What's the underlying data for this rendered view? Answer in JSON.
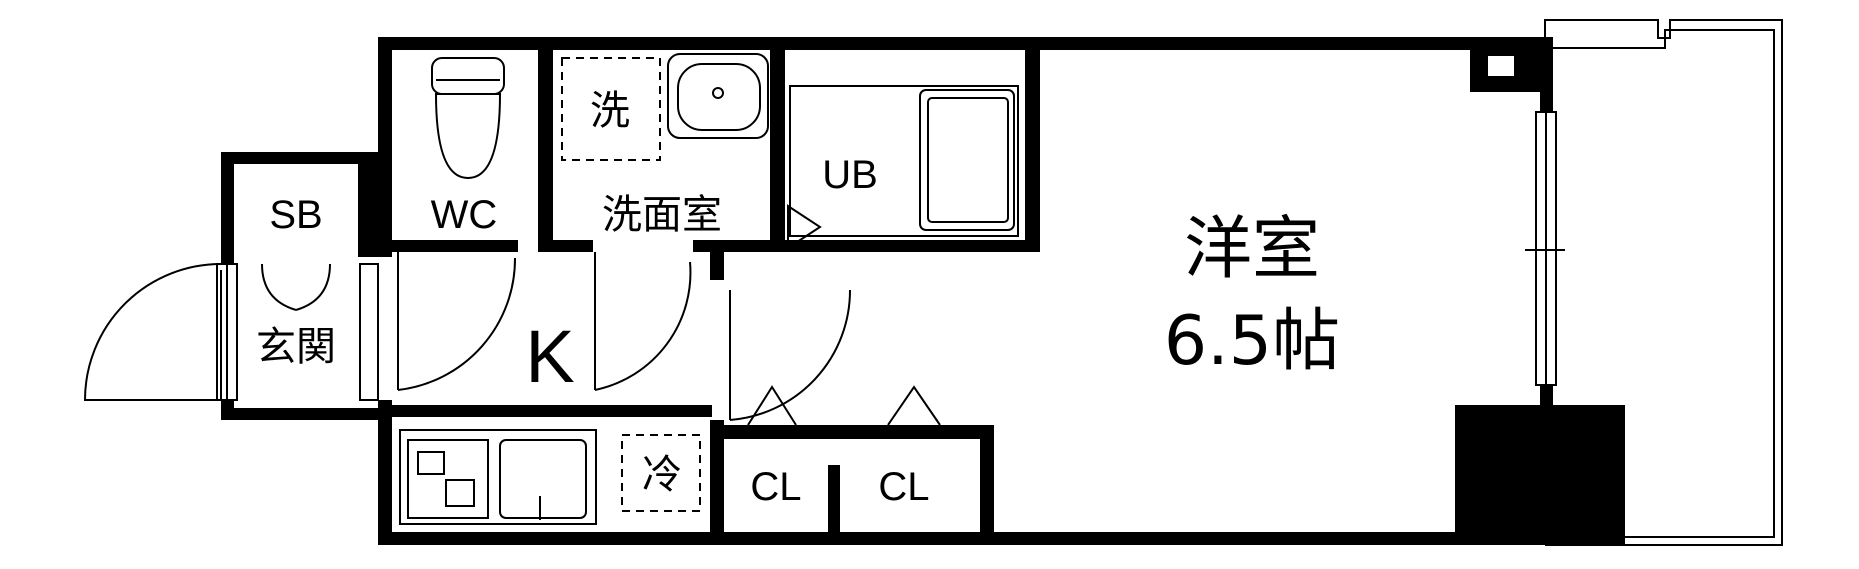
{
  "rooms": {
    "sb": "SB",
    "genkan": "玄関",
    "wc": "WC",
    "senmenshitsu": "洗面室",
    "washer": "洗",
    "ub": "UB",
    "kitchen": "K",
    "fridge": "冷",
    "closet_1": "CL",
    "closet_2": "CL",
    "western_room": "洋室",
    "western_room_size": "6.5帖"
  }
}
